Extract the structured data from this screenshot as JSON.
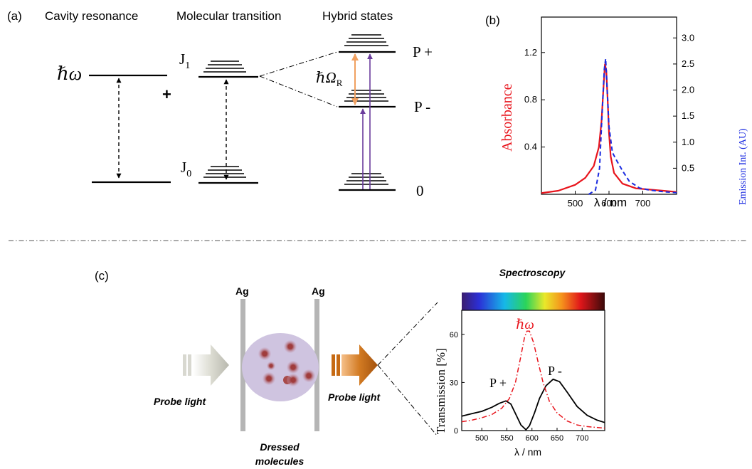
{
  "panel_a": {
    "label": "(a)",
    "headers": {
      "cavity": "Cavity resonance",
      "molecular": "Molecular transition",
      "hybrid": "Hybrid states"
    },
    "hbar_omega": "ℏω",
    "plus": "+",
    "j1": "J",
    "j1_sub": "1",
    "j0": "J",
    "j0_sub": "0",
    "rabi": "ℏΩ",
    "rabi_sub": "R",
    "p_plus": "P +",
    "p_minus": "P -",
    "zero": "0"
  },
  "panel_b": {
    "label": "(b)",
    "colors": {
      "absorbance": "#e8141c",
      "emission": "#1a2ae0"
    },
    "chart_data": {
      "type": "line",
      "xlabel": "λ / nm",
      "ylabel_left": "Absorbance",
      "ylabel_right": "Emission Int. (AU)",
      "xlim": [
        400,
        800
      ],
      "ylim_left": [
        0,
        1.5
      ],
      "ylim_right": [
        0,
        3.4
      ],
      "x_ticks": [
        "500",
        "600",
        "700"
      ],
      "y_ticks_left": [
        "0.4",
        "0.8",
        "1.2"
      ],
      "y_ticks_right": [
        "0.5",
        "1.0",
        "1.5",
        "2.0",
        "2.5",
        "3.0"
      ],
      "series": [
        {
          "axis": "left",
          "style": "solid",
          "x": [
            400,
            450,
            500,
            530,
            555,
            570,
            578,
            584,
            588,
            592,
            596,
            600,
            605,
            615,
            640,
            680,
            720,
            760,
            800
          ],
          "y": [
            0.01,
            0.03,
            0.08,
            0.14,
            0.24,
            0.4,
            0.62,
            0.92,
            1.1,
            1.05,
            0.8,
            0.52,
            0.32,
            0.18,
            0.09,
            0.05,
            0.04,
            0.03,
            0.02
          ]
        },
        {
          "axis": "right",
          "style": "dashed",
          "x": [
            540,
            560,
            572,
            580,
            586,
            590,
            594,
            600,
            610,
            625,
            640,
            660,
            690,
            720,
            760,
            800
          ],
          "y": [
            0.0,
            0.08,
            0.5,
            1.6,
            2.4,
            2.6,
            2.1,
            1.3,
            0.8,
            0.62,
            0.45,
            0.25,
            0.12,
            0.08,
            0.05,
            0.03
          ]
        }
      ]
    }
  },
  "panel_c": {
    "label": "(c)",
    "ag_left": "Ag",
    "ag_right": "Ag",
    "probe_in": "Probe light",
    "probe_out": "Probe light",
    "dressed_line1": "Dressed",
    "dressed_line2": "molecules",
    "spectroscopy": "Spectroscopy",
    "colors": {
      "arrow_in": "#d8d8d0",
      "arrow_out": "#c66a14",
      "cavity_fill": "#cfc4e0",
      "molecule": "#a84a4a",
      "mirror": "#b5b5b5"
    },
    "chart_data": {
      "type": "line",
      "xlabel": "λ / nm",
      "ylabel": "Transmission [%]",
      "xlim": [
        460,
        745
      ],
      "ylim": [
        0,
        75
      ],
      "x_ticks": [
        "500",
        "550",
        "600",
        "650",
        "700"
      ],
      "y_ticks": [
        "0",
        "30",
        "60"
      ],
      "annotations": {
        "omega": "ℏω",
        "p_plus": "P +",
        "p_minus": "P -"
      },
      "series": [
        {
          "style": "solid",
          "x": [
            460,
            480,
            500,
            520,
            535,
            548,
            558,
            568,
            578,
            588,
            595,
            605,
            615,
            628,
            642,
            655,
            670,
            690,
            710,
            730,
            745
          ],
          "y": [
            9,
            10.5,
            12,
            14.5,
            17,
            18.5,
            16.5,
            10,
            3.5,
            0.5,
            3,
            11,
            20,
            28,
            32,
            30.5,
            24,
            15,
            9.5,
            6.5,
            5
          ]
        },
        {
          "style": "dash-dot",
          "x": [
            460,
            480,
            500,
            520,
            540,
            555,
            567,
            577,
            585,
            590,
            595,
            603,
            612,
            622,
            635,
            650,
            670,
            690,
            710,
            745
          ],
          "y": [
            5.5,
            6.5,
            8,
            10,
            14,
            20,
            30,
            45,
            58,
            62,
            62,
            55,
            43,
            30,
            18,
            11,
            6,
            3.5,
            2.5,
            1.5
          ]
        }
      ]
    }
  }
}
